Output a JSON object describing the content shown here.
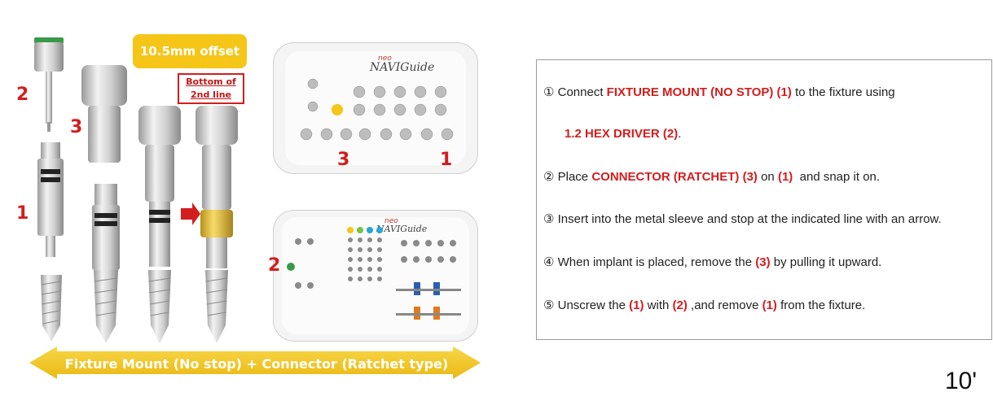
{
  "illustration": {
    "offset_badge": "10.5mm offset",
    "bottom_note_line1": "Bottom of",
    "bottom_note_line2": "2nd line",
    "callouts": {
      "one_left": "1",
      "two_left": "2",
      "three_left": "3",
      "kit_top_three": "3",
      "kit_top_one": "1",
      "kit_bottom_two": "2"
    },
    "banner": "Fixture Mount (No stop) + Connector (Ratchet type)",
    "kit_brand_prefix": "neo",
    "kit_brand_name": "NAVIGuide",
    "colors": {
      "badge": "#f5c518",
      "banner": "#f5c518",
      "callout_red": "#d21e1e",
      "metal": "#c8c8c8",
      "gold_ring": "#e3b930"
    }
  },
  "instructions": [
    {
      "num": "①",
      "parts": [
        {
          "t": " Connect ",
          "h": false
        },
        {
          "t": "FIXTURE MOUNT (NO STOP) (1)",
          "h": true
        },
        {
          "t": " to the fixture using",
          "h": false
        }
      ]
    },
    {
      "num": "",
      "parts": [
        {
          "t": "1.2 HEX DRIVER (2)",
          "h": true
        },
        {
          "t": ".",
          "h": false
        }
      ]
    },
    {
      "num": "②",
      "parts": [
        {
          "t": " Place ",
          "h": false
        },
        {
          "t": "CONNECTOR (RATCHET) (3)",
          "h": true
        },
        {
          "t": " on ",
          "h": false
        },
        {
          "t": "(1)",
          "h": true
        },
        {
          "t": "  and snap it on.",
          "h": false
        }
      ]
    },
    {
      "num": "③",
      "parts": [
        {
          "t": " Insert into the metal sleeve and stop at the indicated line with an arrow.",
          "h": false
        }
      ]
    },
    {
      "num": "④",
      "parts": [
        {
          "t": " When implant is placed, remove the ",
          "h": false
        },
        {
          "t": "(3)",
          "h": true
        },
        {
          "t": " by pulling it upward.",
          "h": false
        }
      ]
    },
    {
      "num": "⑤",
      "parts": [
        {
          "t": " Unscrew the ",
          "h": false
        },
        {
          "t": "(1)",
          "h": true
        },
        {
          "t": " with ",
          "h": false
        },
        {
          "t": "(2)",
          "h": true
        },
        {
          "t": " ,and remove ",
          "h": false
        },
        {
          "t": "(1)",
          "h": true
        },
        {
          "t": " from the fixture.",
          "h": false
        }
      ]
    }
  ],
  "time_label": "10'"
}
